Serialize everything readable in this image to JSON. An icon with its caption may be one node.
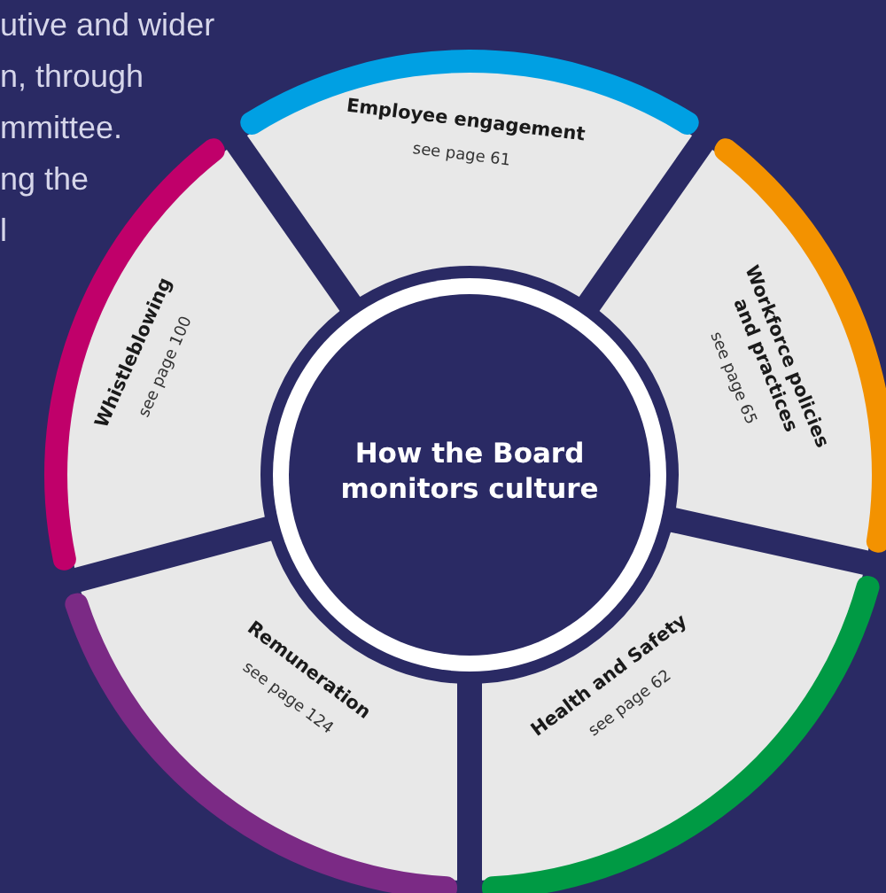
{
  "diagram": {
    "nodes": [
      {
        "text": [
          "How the Board monitors culture"
        ]
      },
      {
        "text": [
          "Employee engagement",
          "see page 61"
        ]
      },
      {
        "text": [
          "Workforce policies and practices",
          "see page 65"
        ]
      },
      {
        "text": [
          "Health and Safety",
          "see page 62"
        ]
      },
      {
        "text": [
          "Remuneration",
          "see page 124"
        ]
      },
      {
        "text": [
          "Whistleblowing",
          "see page 100"
        ]
      }
    ],
    "labels": [
      "utive and wider",
      "n, through",
      "mmittee.",
      "ng the",
      "l"
    ]
  }
}
